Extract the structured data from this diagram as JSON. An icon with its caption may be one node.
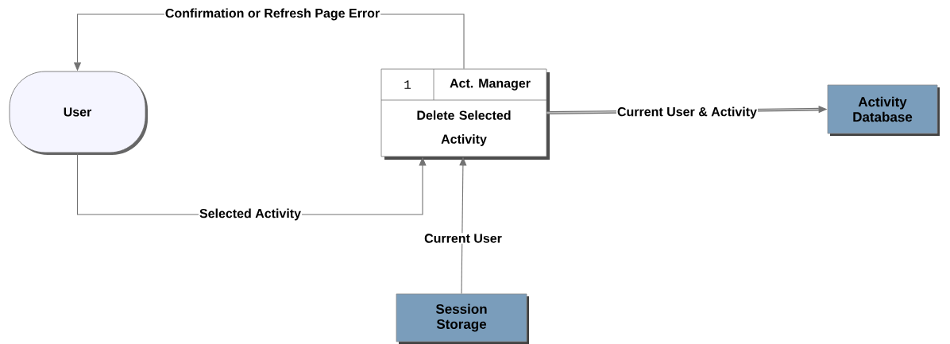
{
  "diagram": {
    "nodes": [
      {
        "text": [
          "User"
        ]
      },
      {
        "text": [
          "1",
          "Act. Manager",
          "Delete Selected Activity"
        ]
      },
      {
        "text": [
          "Activity Database"
        ]
      },
      {
        "text": [
          "Session Storage"
        ]
      }
    ],
    "edges": [
      {
        "from": 1,
        "to": 0,
        "arrow": "to",
        "label": "Confirmation or Refresh Page Error"
      },
      {
        "from": 0,
        "to": 1,
        "arrow": "to",
        "label": "Selected Activity"
      },
      {
        "from": 1,
        "to": 2,
        "arrow": "to",
        "label": "Current User  & Activity",
        "style": "thick"
      },
      {
        "from": 3,
        "to": 1,
        "arrow": "to",
        "label": "Current User"
      }
    ]
  }
}
